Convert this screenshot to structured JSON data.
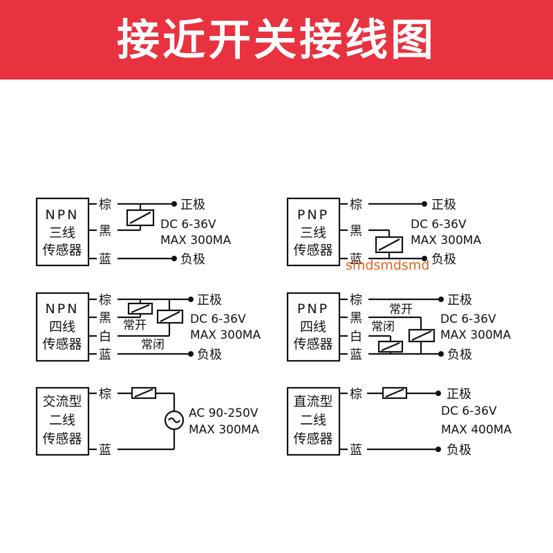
{
  "header": {
    "title": "接近开关接线图"
  },
  "diagrams": [
    {
      "id": "npn3",
      "sensor_lines": [
        "NPN",
        "三线",
        "传感器"
      ],
      "wires": [
        "棕",
        "黑",
        "蓝"
      ],
      "terminals": {
        "positive": "正极",
        "negative": "负极"
      },
      "spec": [
        "DC 6-36V",
        "MAX 300MA"
      ]
    },
    {
      "id": "pnp3",
      "sensor_lines": [
        "PNP",
        "三线",
        "传感器"
      ],
      "wires": [
        "棕",
        "黑",
        "蓝"
      ],
      "terminals": {
        "positive": "正极",
        "negative": "负极"
      },
      "spec": [
        "DC 6-36V",
        "MAX 300MA"
      ]
    },
    {
      "id": "npn4",
      "sensor_lines": [
        "NPN",
        "四线",
        "传感器"
      ],
      "wires": [
        "棕",
        "黑",
        "白",
        "蓝"
      ],
      "contacts": {
        "no": "常开",
        "nc": "常闭"
      },
      "terminals": {
        "positive": "正极",
        "negative": "负极"
      },
      "spec": [
        "DC 6-36V",
        "MAX 300MA"
      ]
    },
    {
      "id": "pnp4",
      "sensor_lines": [
        "PNP",
        "四线",
        "传感器"
      ],
      "wires": [
        "棕",
        "黑",
        "白",
        "蓝"
      ],
      "contacts": {
        "no": "常开",
        "nc": "常闭"
      },
      "terminals": {
        "positive": "正极",
        "negative": "负极"
      },
      "spec": [
        "DC 6-36V",
        "MAX 300MA"
      ]
    },
    {
      "id": "ac2",
      "sensor_lines": [
        "交流型",
        "二线",
        "传感器"
      ],
      "wires": [
        "棕",
        "蓝"
      ],
      "spec": [
        "AC 90-250V",
        "MAX 300MA"
      ]
    },
    {
      "id": "dc2",
      "sensor_lines": [
        "直流型",
        "二线",
        "传感器"
      ],
      "wires": [
        "棕",
        "蓝"
      ],
      "terminals": {
        "positive": "正极",
        "negative": "负极"
      },
      "spec": [
        "DC 6-36V",
        "MAX 400MA"
      ]
    }
  ],
  "watermark": "smdsmdsmd",
  "colors": {
    "header_bg": "#e8323f",
    "header_text": "#ffffff",
    "line": "#111111",
    "watermark": "#e8611e"
  }
}
